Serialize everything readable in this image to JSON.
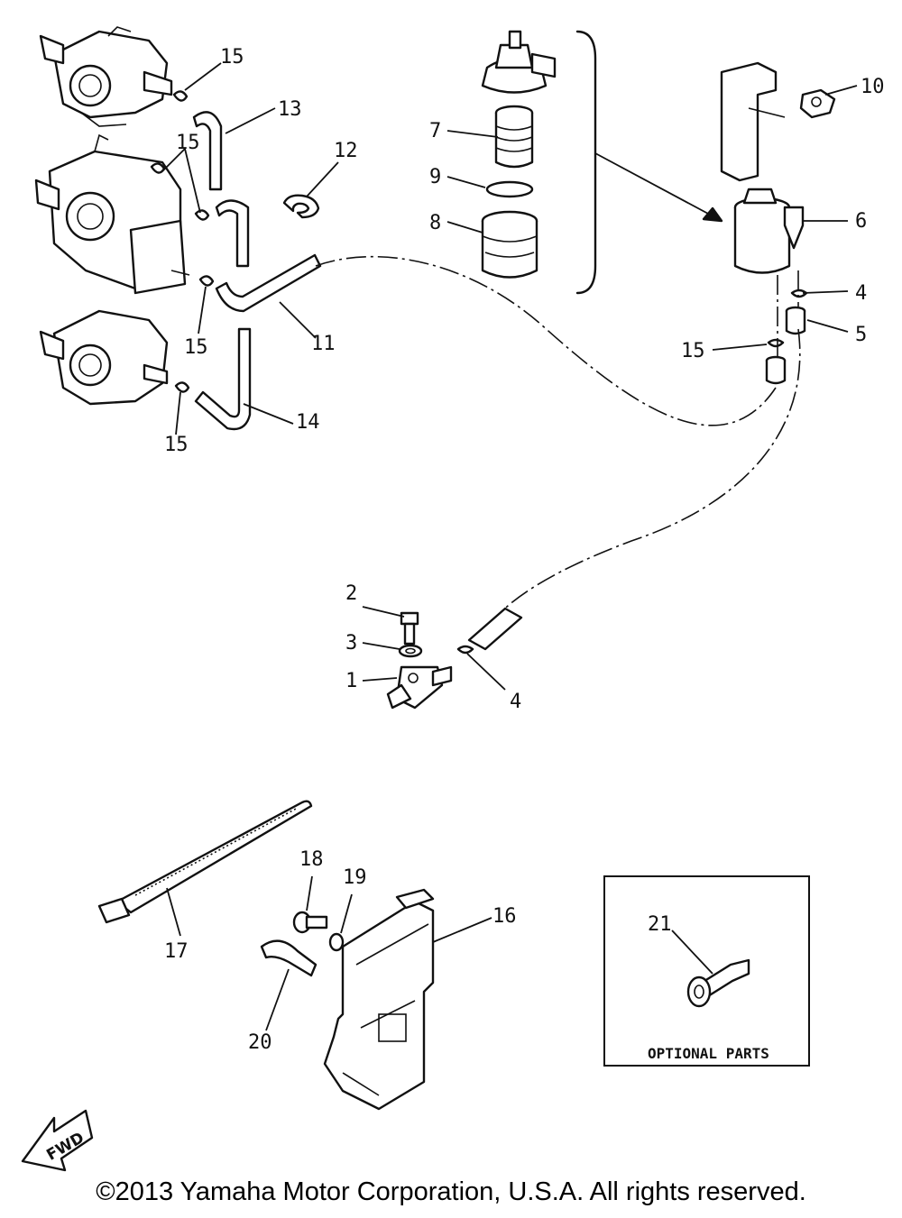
{
  "callouts": {
    "c1": "1",
    "c2": "2",
    "c3": "3",
    "c4a": "4",
    "c4b": "4",
    "c5": "5",
    "c6": "6",
    "c7": "7",
    "c8": "8",
    "c9": "9",
    "c10": "10",
    "c11": "11",
    "c12": "12",
    "c13": "13",
    "c14": "14",
    "c15a": "15",
    "c15b": "15",
    "c15c": "15",
    "c15d": "15",
    "c15e": "15",
    "c16": "16",
    "c17": "17",
    "c18": "18",
    "c19": "19",
    "c20": "20",
    "c21": "21"
  },
  "optional_box": {
    "label": "OPTIONAL PARTS"
  },
  "fwd_arrow": {
    "label": "FWD",
    "icon": "fwd-arrow-icon"
  },
  "copyright": "©2013 Yamaha Motor Corporation, U.S.A. All rights reserved."
}
